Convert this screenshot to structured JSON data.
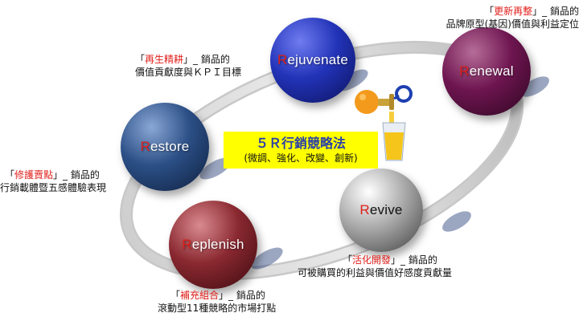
{
  "center": {
    "title": "５Ｒ行銷競略法",
    "subtitle": "(微調、強化、改變、創新)"
  },
  "spheres": {
    "rejuvenate": {
      "initial": "R",
      "rest": "ejuvenate"
    },
    "renewal": {
      "initial": "R",
      "rest": "enewal"
    },
    "restore": {
      "initial": "R",
      "rest": "estore"
    },
    "revive": {
      "initial": "R",
      "rest": "evive"
    },
    "replenish": {
      "initial": "R",
      "rest": "eplenish"
    }
  },
  "notes": {
    "renewal": {
      "open": "「",
      "keyword": "更新再整",
      "close": "」_ 銷品的",
      "line2": "品牌原型(基因)價值與利益定位"
    },
    "rejuvenate": {
      "open": "「",
      "keyword": "再生精耕",
      "close": "」_ 銷品的",
      "line2": "價值貢獻度與ＫＰＩ目標"
    },
    "restore": {
      "open": "「",
      "keyword": "修護賣點",
      "close": "」_ 銷品的",
      "line2": "行銷載體暨五感體驗表現"
    },
    "revive": {
      "open": "「",
      "keyword": "活化開發",
      "close": "」_ 銷品的",
      "line2": "可被購買的利益與價值好感度貢獻量"
    },
    "replenish": {
      "open": "「",
      "keyword": "補充組合",
      "close": "」_ 銷品的",
      "line2": "滾動型11種競略的市場打點"
    }
  },
  "colors": {
    "rejuvenate": "#1d2a9e",
    "renewal": "#5a0f3f",
    "restore": "#1f3f70",
    "revive": "#7d7d7d",
    "replenish": "#7a1e24",
    "keyword": "#e0201b",
    "center_bg": "#ffff00",
    "center_title": "#2a3fa8"
  },
  "icons": [
    "orange-juice-icon"
  ]
}
